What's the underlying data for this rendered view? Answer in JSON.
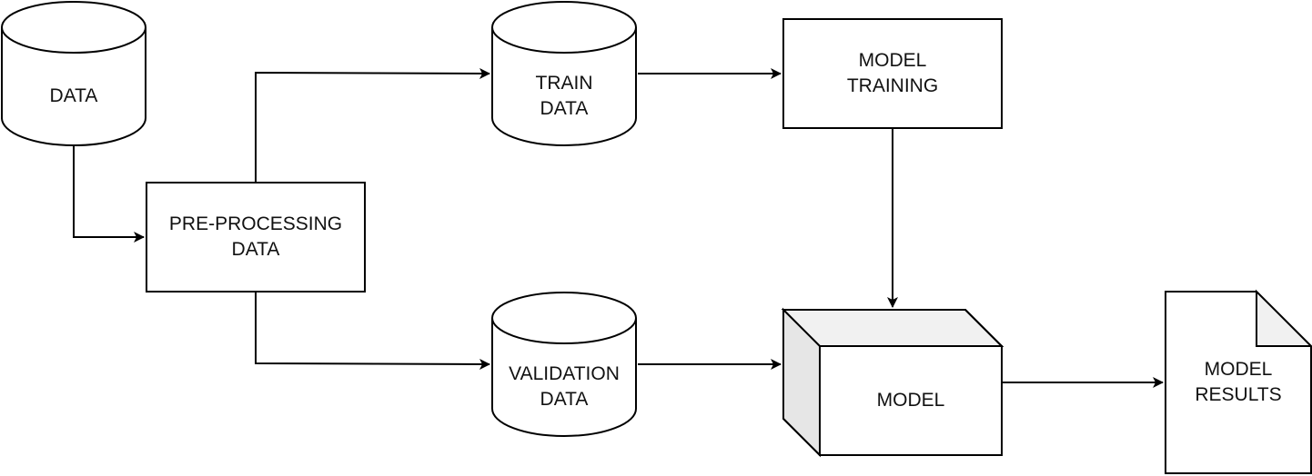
{
  "nodes": {
    "data": {
      "label": "DATA"
    },
    "preprocessing": {
      "label": "PRE-PROCESSING\nDATA"
    },
    "train_data": {
      "label": "TRAIN\nDATA"
    },
    "validation_data": {
      "label": "VALIDATION\nDATA"
    },
    "model_training": {
      "label": "MODEL\nTRAINING"
    },
    "model": {
      "label": "MODEL"
    },
    "model_results": {
      "label": "MODEL\nRESULTS"
    }
  },
  "colors": {
    "stroke": "#000000",
    "fill": "#ffffff",
    "text": "#111111",
    "shade_light": "#f1f1f1",
    "shade_dark": "#e6e6e6"
  }
}
